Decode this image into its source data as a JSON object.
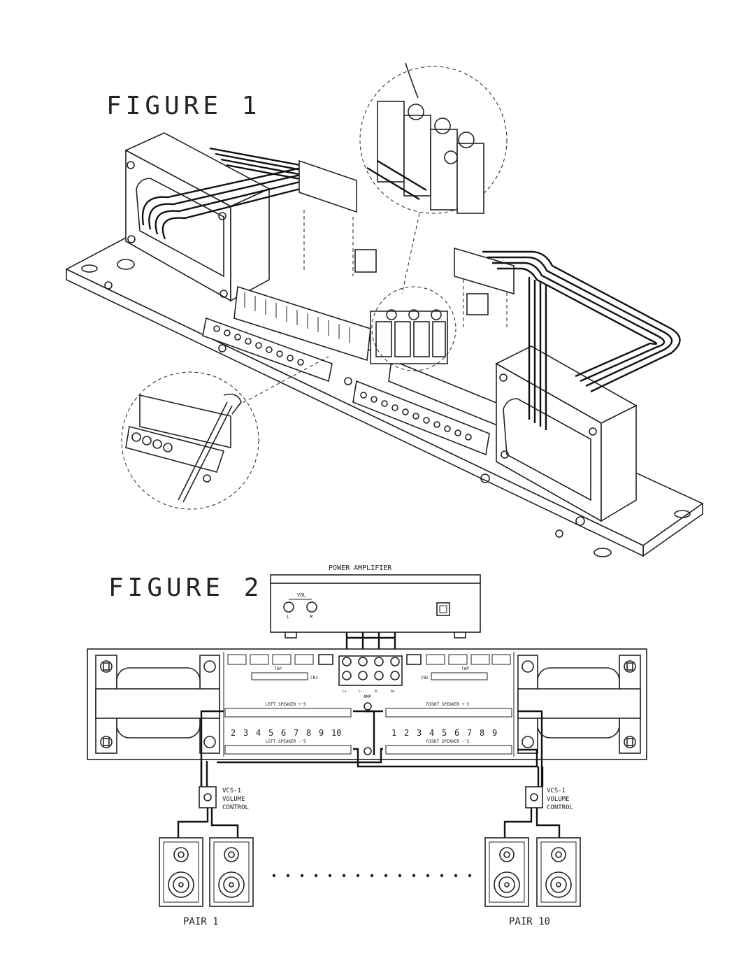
{
  "figure1": {
    "title": "FIGURE 1"
  },
  "figure2": {
    "title": "FIGURE 2",
    "amplifier": {
      "label": "POWER AMPLIFIER",
      "vol_label": "VOL",
      "knob_labels": [
        "L",
        "R"
      ]
    },
    "panel": {
      "cn1": "CN1",
      "cn2": "CN2",
      "amp_label": "AMP",
      "amp_terminals": [
        "L+",
        "L-",
        "R-",
        "R+"
      ],
      "tap_left": "TAP",
      "tap_right": "TAP",
      "left_speaker_top": "LEFT SPEAKER +'S",
      "left_speaker_bottom": "LEFT SPEAKER -'S",
      "right_speaker_top": "RIGHT SPEAKER +'S",
      "right_speaker_bottom": "RIGHT SPEAKER -'S",
      "left_numbers": [
        "2",
        "3",
        "4",
        "5",
        "6",
        "7",
        "8",
        "9",
        "10"
      ],
      "right_numbers": [
        "1",
        "2",
        "3",
        "4",
        "5",
        "6",
        "7",
        "8",
        "9"
      ]
    },
    "left_volume_control": [
      "VCS-1",
      "VOLUME",
      "CONTROL"
    ],
    "right_volume_control": [
      "VCS-1",
      "VOLUME",
      "CONTROL"
    ],
    "pair_left": "PAIR 1",
    "pair_right": "PAIR 10"
  }
}
